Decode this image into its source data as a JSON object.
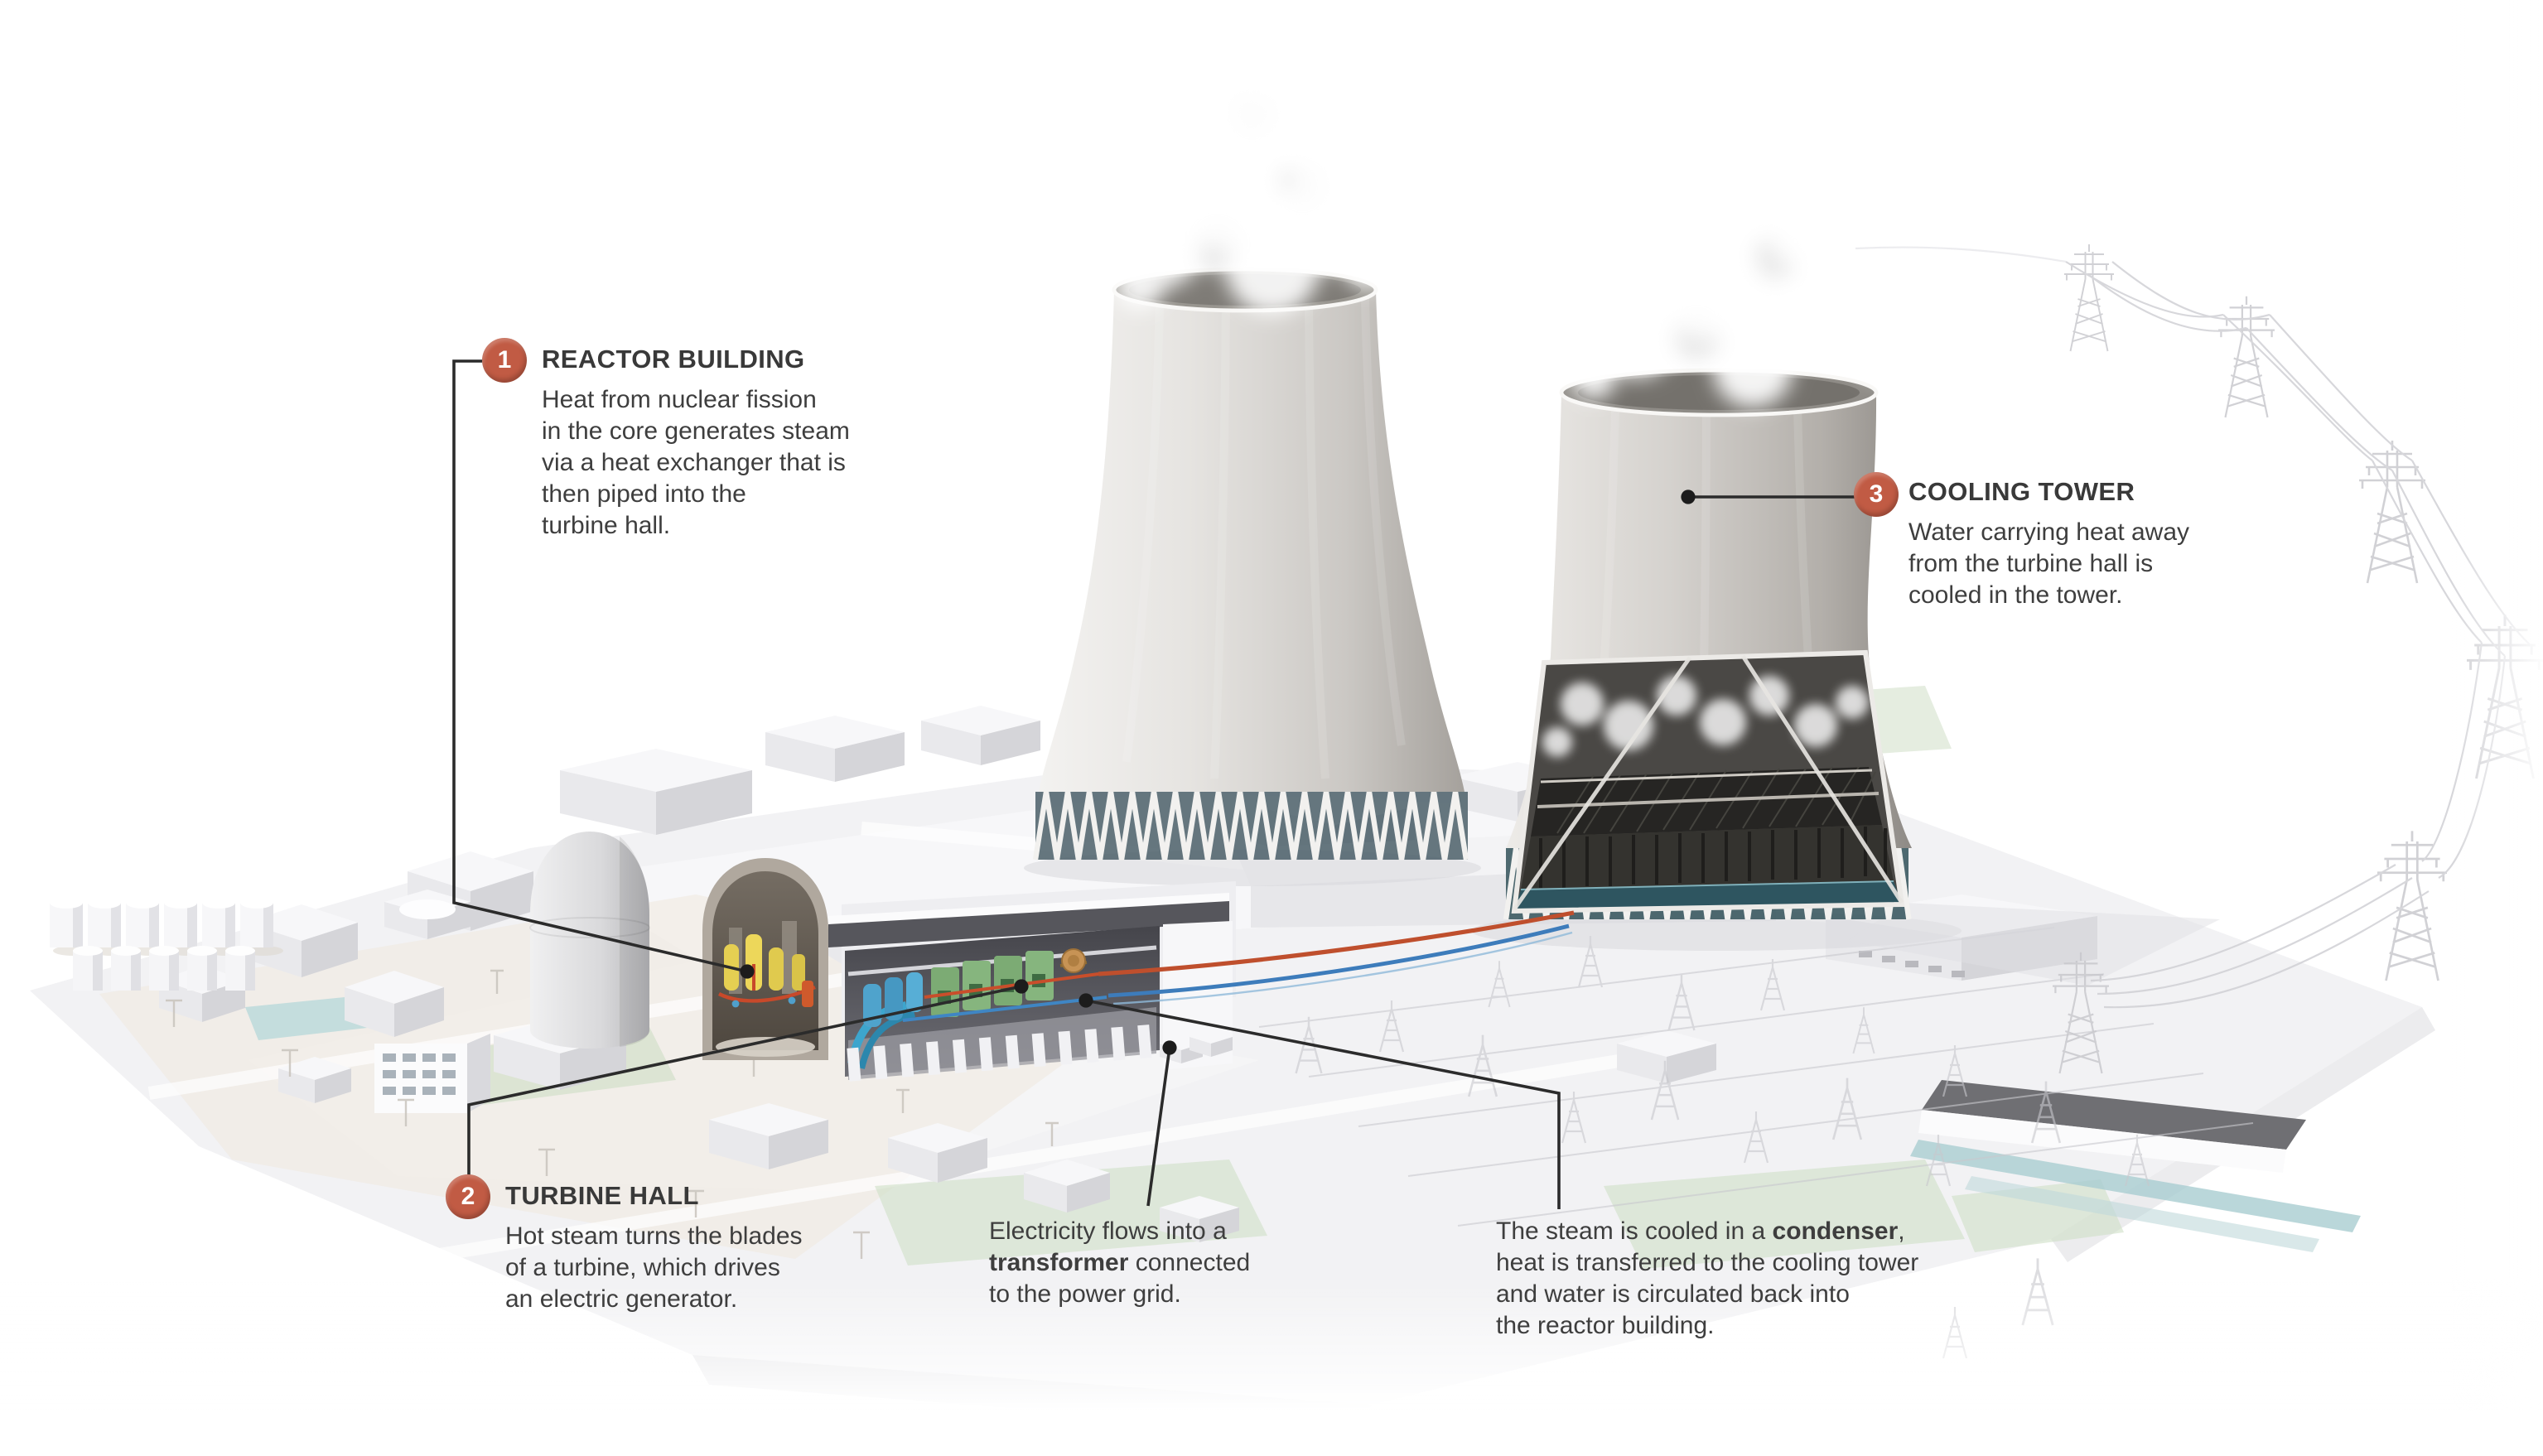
{
  "colors": {
    "badge": "#c15b44",
    "leader": "#2b2b2b",
    "title_text": "#393939",
    "body_text": "#3e3e3e"
  },
  "callouts": [
    {
      "number": "1",
      "title": "REACTOR BUILDING",
      "lines": [
        "Heat from nuclear fission",
        "in the core generates steam",
        "via a heat exchanger that is",
        "then piped into the",
        "turbine hall."
      ]
    },
    {
      "number": "2",
      "title": "TURBINE HALL",
      "lines": [
        "Hot steam turns the blades",
        "of a turbine, which drives",
        "an electric generator."
      ]
    },
    {
      "number": "3",
      "title": "COOLING TOWER",
      "lines": [
        "Water carrying heat away",
        "from the turbine hall is",
        "cooled in the tower."
      ]
    }
  ],
  "notes": [
    {
      "name": "transformer-note",
      "lines": [
        [
          {
            "text": "Electricity flows into a",
            "bold": false
          }
        ],
        [
          {
            "text": "transformer",
            "bold": true
          },
          {
            "text": " connected",
            "bold": false
          }
        ],
        [
          {
            "text": "to the power grid.",
            "bold": false
          }
        ]
      ]
    },
    {
      "name": "condenser-note",
      "lines": [
        [
          {
            "text": "The steam is cooled in a ",
            "bold": false
          },
          {
            "text": "condenser",
            "bold": true
          },
          {
            "text": ",",
            "bold": false
          }
        ],
        [
          {
            "text": "heat is transferred to the cooling tower",
            "bold": false
          }
        ],
        [
          {
            "text": "and water is circulated back into",
            "bold": false
          }
        ],
        [
          {
            "text": "the reactor building.",
            "bold": false
          }
        ]
      ]
    }
  ]
}
